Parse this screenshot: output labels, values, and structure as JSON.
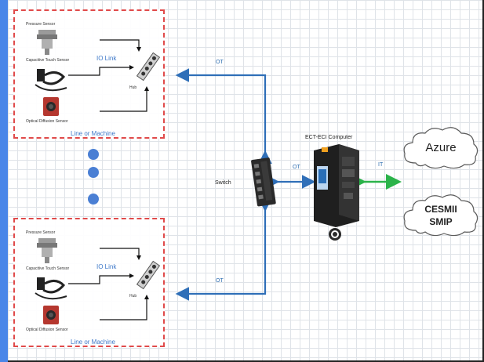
{
  "line_top": {
    "sensors": [
      "Pressure Sensor",
      "Capacitive Touch Sensor",
      "Optical Diffusion Sensor"
    ],
    "io_link": "IO Link",
    "hub": "Hub",
    "caption": "Line or Machine"
  },
  "line_bottom": {
    "sensors": [
      "Pressure Sensor",
      "Capacitive Touch Sensor",
      "Optical Diffusion Sensor"
    ],
    "io_link": "IO Link",
    "hub": "Hub",
    "caption": "Line or Machine"
  },
  "switch": {
    "label": "Switch"
  },
  "computer": {
    "label": "ECT-ECI Computer"
  },
  "edges": {
    "ot_top": "OT",
    "ot_bottom": "OT",
    "ot_switch": "OT",
    "it": "IT"
  },
  "clouds": {
    "azure": "Azure",
    "cesmii_line1": "CESMII",
    "cesmii_line2": "SMIP"
  },
  "colors": {
    "dash_border": "#e04a4a",
    "ot_arrow": "#2f6fb8",
    "it_arrow": "#2bb34a",
    "dots": "#4a7fd4",
    "side_bar": "#4a86e8"
  }
}
